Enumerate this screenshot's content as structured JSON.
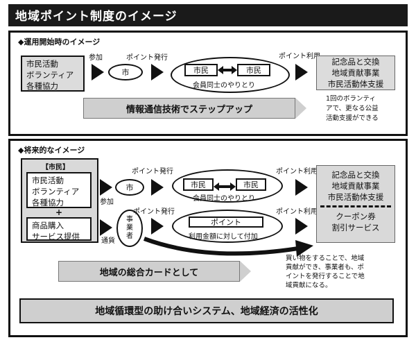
{
  "header": {
    "title": "地域ポイント制度のイメージ"
  },
  "section1": {
    "label": "◆運用開始時のイメージ",
    "left_box": [
      "市民活動",
      "ボランティア",
      "各種協力"
    ],
    "participate": "参加",
    "point_issue": "ポイント発行",
    "point_use": "ポイント利用",
    "city": "市",
    "citizen_a": "市民",
    "citizen_b": "市民",
    "member_exchange": "会員同士のやりとり",
    "right_box": [
      "記念品と交換",
      "地域貢献事業",
      "市民活動体支援"
    ],
    "banner": "情報通信技術でステップアップ",
    "note": [
      "1回のボランティ",
      "アで、更なる公益",
      "活動支援ができる"
    ]
  },
  "section2": {
    "label": "◆将来的なイメージ",
    "citizen_tag": "【市民】",
    "activity_box": [
      "市民活動",
      "ボランティア",
      "各種協力"
    ],
    "plus": "+",
    "shopping_box": [
      "商品購入",
      "サービス提供"
    ],
    "participate": "参加",
    "currency": "通貨",
    "point_issue_1": "ポイント発行",
    "point_issue_2": "ポイント発行",
    "point_use_1": "ポイント利用",
    "point_use_2": "ポイント利用",
    "city": "市",
    "business": [
      "事",
      "業",
      "者"
    ],
    "citizen_a": "市民",
    "citizen_b": "市民",
    "member_exchange": "会員同士のやりとり",
    "point": "ポイント",
    "usage_amount": "利用金額に対して付加",
    "right_top": [
      "記念品と交換",
      "地域貢献事業",
      "市民活動体支援"
    ],
    "right_bottom": [
      "クーポン券",
      "割引サービス"
    ],
    "card_banner": "地域の総合カードとして",
    "note": [
      "買い物をすることで、地域",
      "貢献ができ、事業者も、ポ",
      "イントを発行することで地",
      "域貢献になる。"
    ],
    "bottom_banner": "地域循環型の助け合いシステム、地域経済の活性化"
  }
}
